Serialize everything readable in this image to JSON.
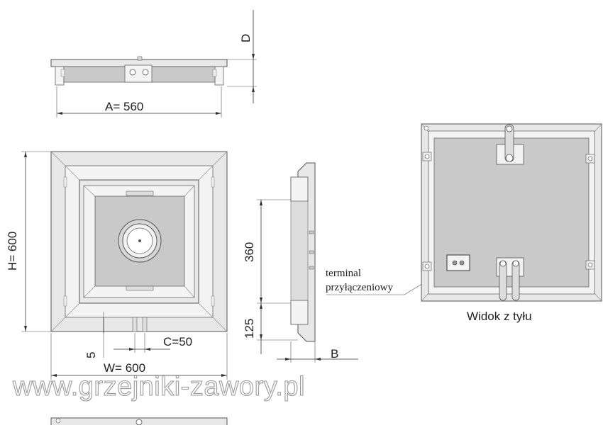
{
  "dimensions": {
    "top_width": "A=  560",
    "top_depth": "D",
    "front_height": "H= 600",
    "front_width": "W=  600",
    "connector_offset": "5",
    "connector_spacing": "C=50",
    "side_upper": "360",
    "side_lower": "125",
    "side_depth": "B"
  },
  "labels": {
    "terminal_line1": "terminal",
    "terminal_line2": "przyłączeniowy",
    "rear_view": "Widok z tyłu"
  },
  "watermark": "www.grzejniki-zawory.pl",
  "colors": {
    "panel": "#c9c9c9",
    "frame": "#e8e8e8",
    "line": "#333333"
  }
}
